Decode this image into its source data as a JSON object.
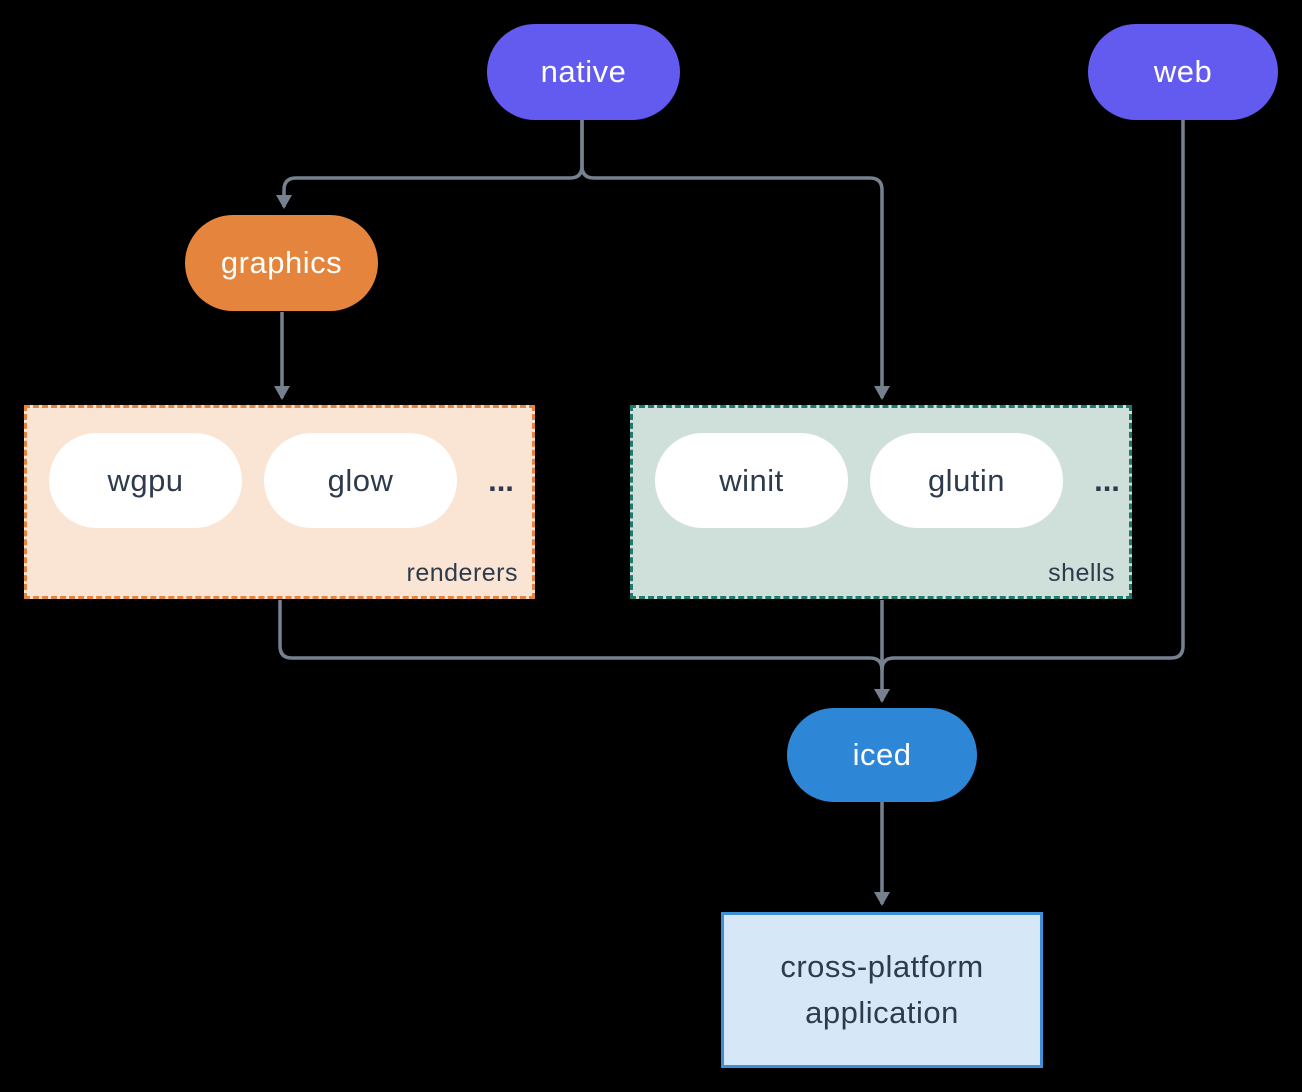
{
  "canvas": {
    "background": "#000000"
  },
  "colors": {
    "canvas-bg": "#000000",
    "node-purple": "#635af0",
    "node-orange": "#e5843d",
    "node-blue": "#2d87d6",
    "pill-white": "#ffffff",
    "text-light": "#ffffff",
    "text-dark": "#2d3b4d",
    "edge-gray": "#75818f",
    "renderers-bg": "#fae4d3",
    "renderers-border": "#e5843d",
    "shells-bg": "#cfe0da",
    "shells-border": "#1f7a6d",
    "app-bg": "#d6e7f8",
    "app-border": "#3d8fd8"
  },
  "nodes": {
    "native": {
      "label": "native"
    },
    "web": {
      "label": "web"
    },
    "graphics": {
      "label": "graphics"
    },
    "iced": {
      "label": "iced"
    },
    "application": {
      "lines": [
        "cross-platform",
        "application"
      ]
    }
  },
  "groups": {
    "renderers": {
      "label": "renderers",
      "items": [
        "wgpu",
        "glow"
      ],
      "ellipsis": "..."
    },
    "shells": {
      "label": "shells",
      "items": [
        "winit",
        "glutin"
      ],
      "ellipsis": "..."
    }
  }
}
